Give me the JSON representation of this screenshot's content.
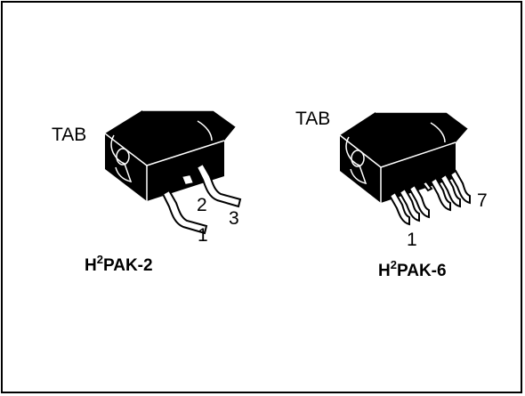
{
  "packages": [
    {
      "name_prefix": "H",
      "name_sup": "2",
      "name_suffix": "PAK-2",
      "tab_label": "TAB",
      "pin_labels": [
        "1",
        "2",
        "3"
      ]
    },
    {
      "name_prefix": "H",
      "name_sup": "2",
      "name_suffix": "PAK-6",
      "tab_label": "TAB",
      "pin_labels": [
        "1",
        "7"
      ]
    }
  ],
  "colors": {
    "body": "#000000",
    "background": "#ffffff"
  }
}
